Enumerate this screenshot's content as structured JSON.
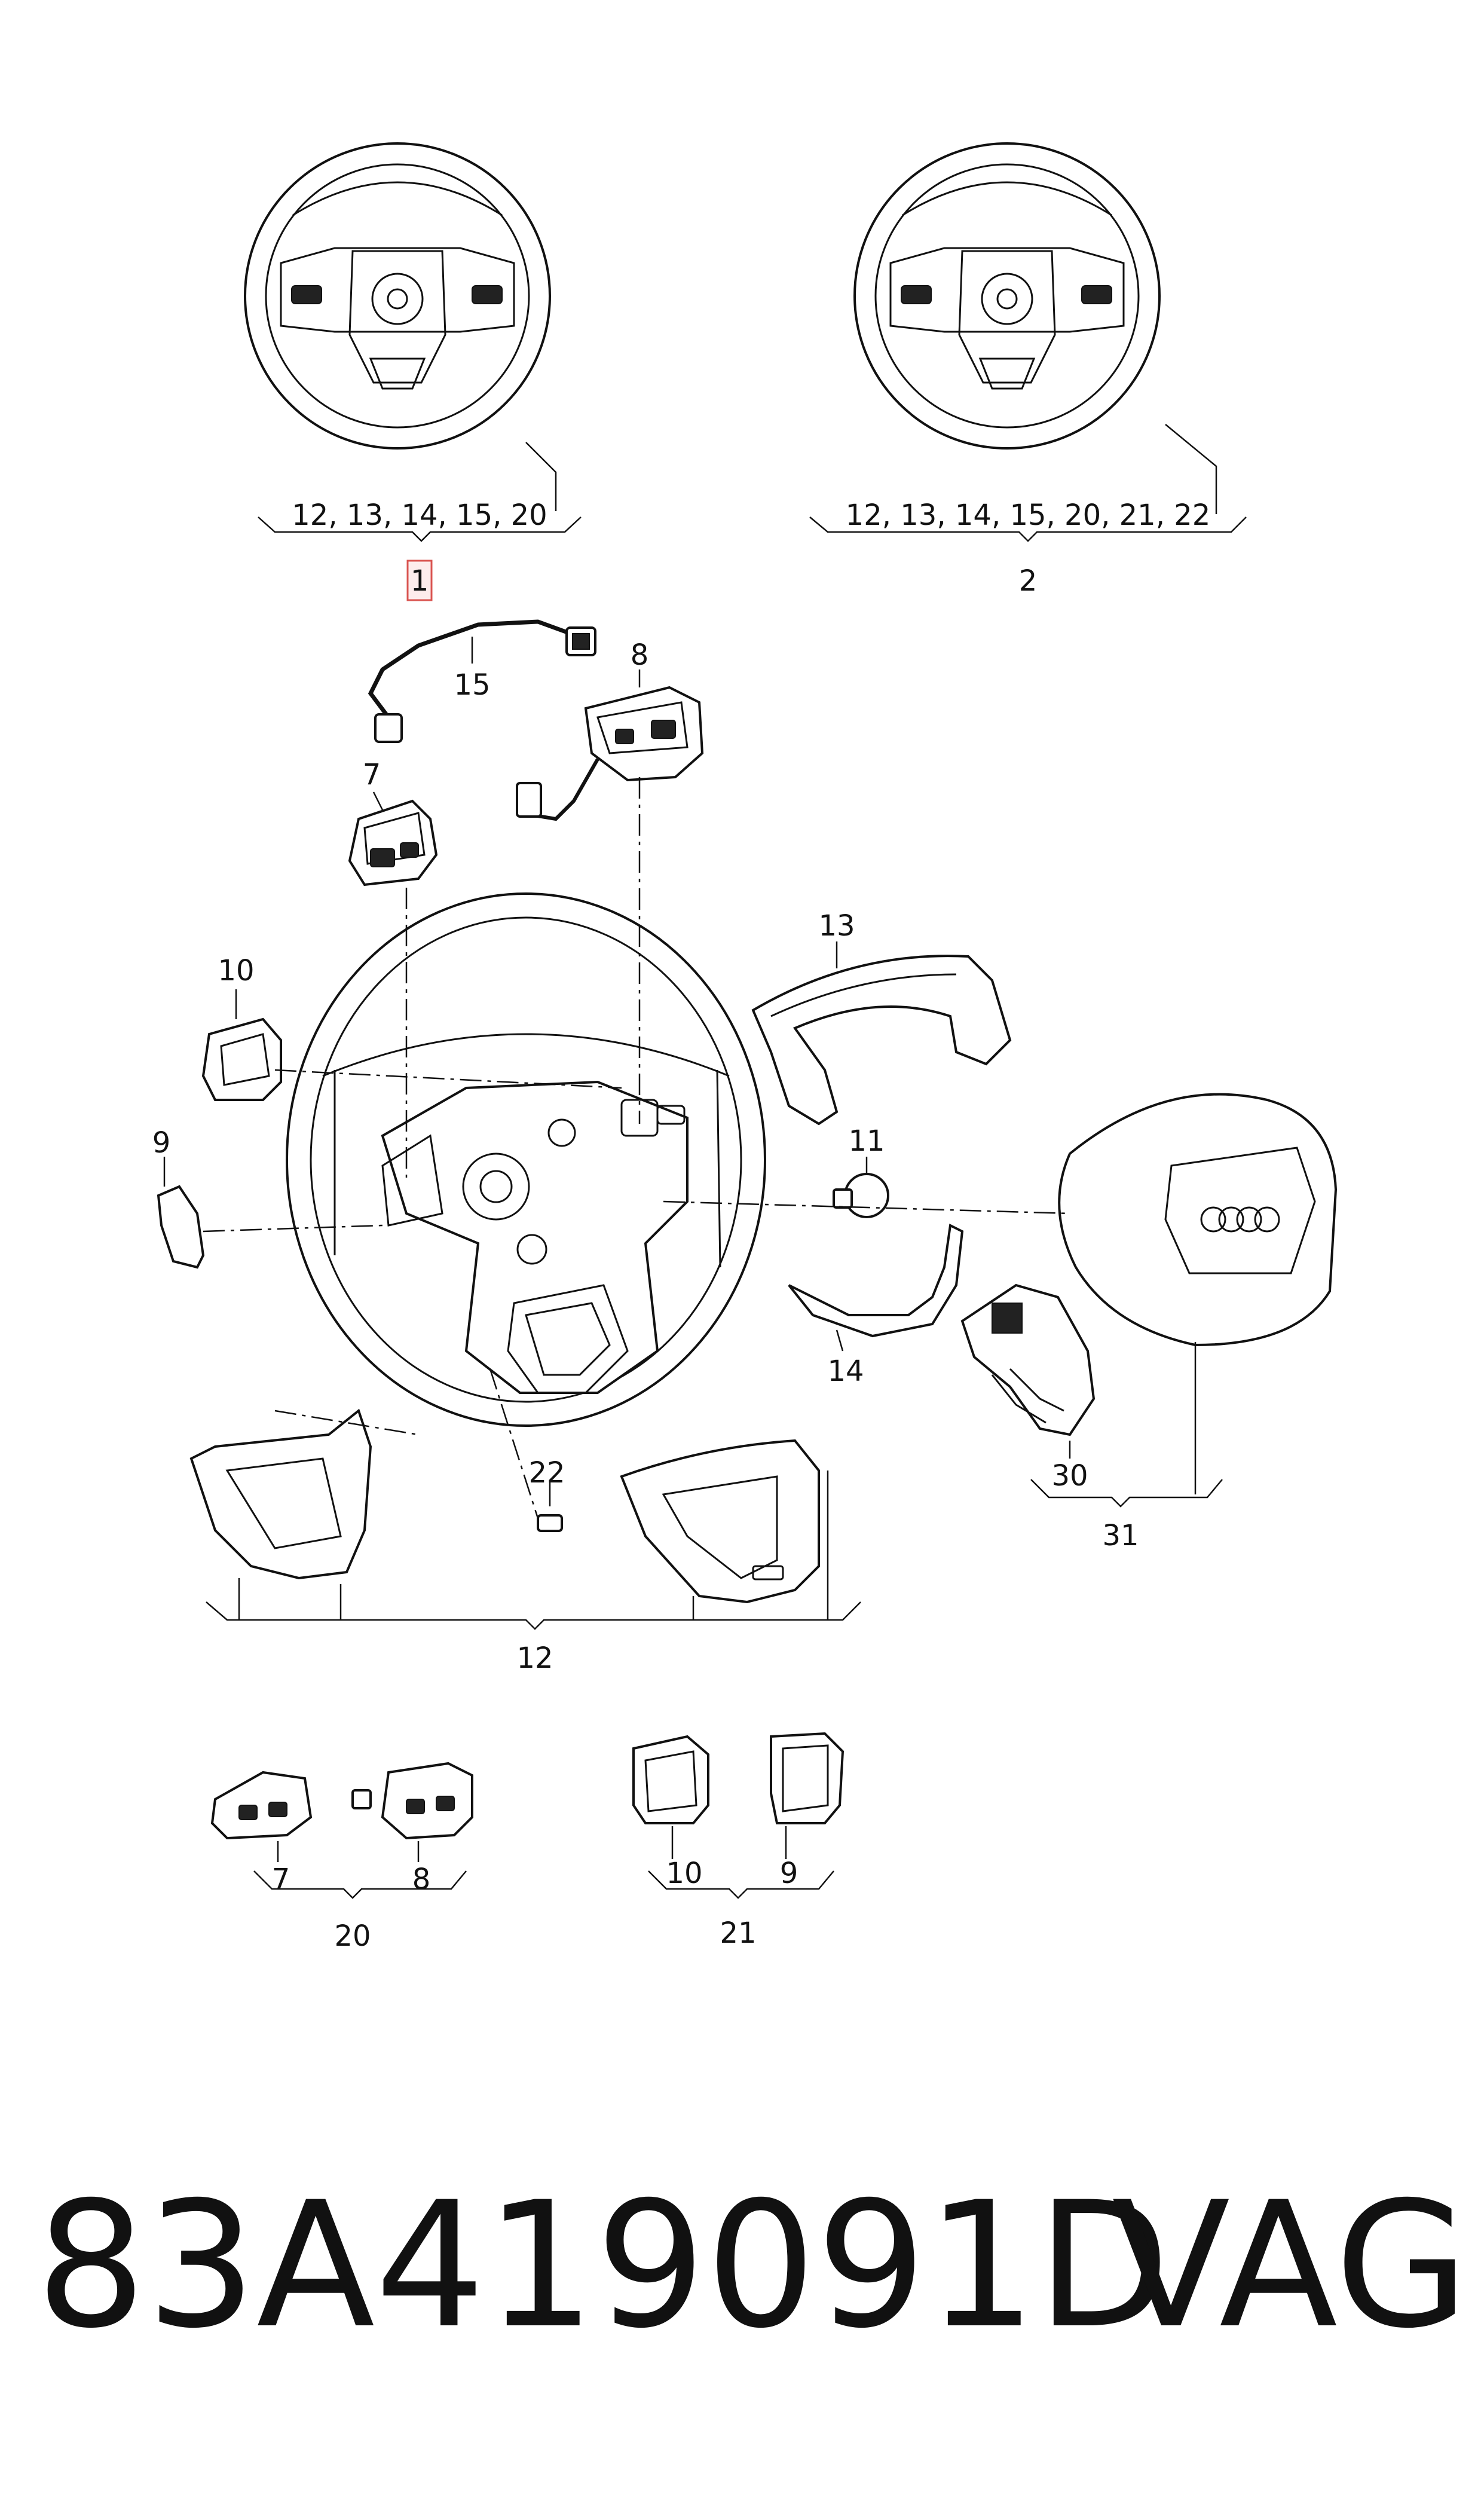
{
  "callouts": {
    "wheel_1_group": "12, 13, 14, 15, 20",
    "wheel_1_number": "1",
    "wheel_2_group": "12, 13, 14, 15, 20, 21, 22",
    "wheel_2_number": "2",
    "harness": "15",
    "button_right": "8",
    "button_left": "7",
    "trim_top": "13",
    "trim_left_upper": "10",
    "bolt": "11",
    "trim_left_lower": "9",
    "trim_lower_right": "14",
    "screw": "22",
    "clockspring": "30",
    "airbag_group": "31",
    "lower_cover_group": "12",
    "set20_left": "7",
    "set20_right": "8",
    "set20_group": "20",
    "set21_left": "10",
    "set21_right": "9",
    "set21_group": "21"
  },
  "footer": {
    "part_number": "83A419091D",
    "brand": "VAG"
  },
  "colors": {
    "line": "#111111",
    "highlight_border": "#d9534f",
    "highlight_fill": "#fdecec"
  }
}
